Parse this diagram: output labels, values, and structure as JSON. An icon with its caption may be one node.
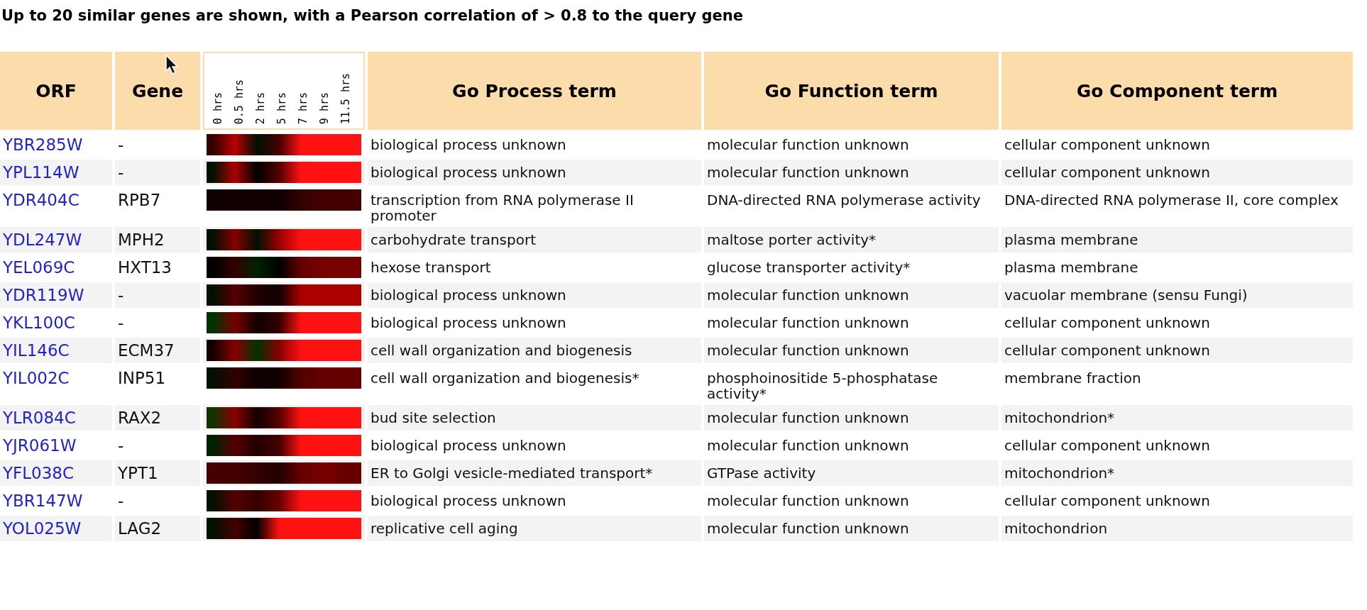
{
  "diagram": {
    "title": "Up to 20 similar genes are shown, with a Pearson correlation of > 0.8 to the query gene",
    "nodes": [
      {
        "text": [],
        "shape": "bar"
      },
      {
        "text": [],
        "shape": "bar"
      },
      {
        "text": [],
        "shape": "bar"
      },
      {
        "text": [],
        "shape": "bar"
      },
      {
        "text": [],
        "shape": "bar"
      },
      {
        "text": [],
        "shape": "bar"
      },
      {
        "text": [],
        "shape": "bar"
      },
      {
        "text": [],
        "shape": "bar"
      },
      {
        "text": [],
        "shape": "bar"
      },
      {
        "text": [],
        "shape": "bar"
      },
      {
        "text": [],
        "shape": "bar"
      },
      {
        "text": [],
        "shape": "bar"
      },
      {
        "text": [],
        "shape": "bar"
      },
      {
        "text": [],
        "shape": "bar"
      }
    ],
    "labels": [
      "ORF",
      "Gene",
      "0 hrs",
      "0.5 hrs",
      "2 hrs",
      "5 hrs",
      "7 hrs",
      "9 hrs",
      "11.5 hrs",
      "Go Process term",
      "Go Function term",
      "Go Component term",
      "YBR285W",
      "-",
      "biological process unknown",
      "molecular function unknown",
      "cellular component unknown",
      "YPL114W",
      "-",
      "biological process unknown",
      "molecular function unknown",
      "cellular component unknown",
      "YDR404C",
      "RPB7",
      "transcription from RNA polymerase II promoter",
      "DNA-directed RNA polymerase activity",
      "DNA-directed RNA polymerase II, core complex",
      "YDL247W",
      "MPH2",
      "carbohydrate transport",
      "maltose porter activity*",
      "plasma membrane",
      "YEL069C",
      "HXT13",
      "hexose transport",
      "glucose transporter activity*",
      "plasma membrane",
      "YDR119W",
      "-",
      "biological process unknown",
      "molecular function unknown",
      "vacuolar membrane (sensu Fungi)",
      "YKL100C",
      "-",
      "biological process unknown",
      "molecular function unknown",
      "cellular component unknown",
      "YIL146C",
      "ECM37",
      "cell wall organization and biogenesis",
      "molecular function unknown",
      "cellular component unknown",
      "YIL002C",
      "INP51",
      "cell wall organization and biogenesis*",
      "phosphoinositide 5-phosphatase activity*",
      "membrane fraction",
      "YLR084C",
      "RAX2",
      "bud site selection",
      "molecular function unknown",
      "mitochondrion*",
      "YJR061W",
      "-",
      "biological process unknown",
      "molecular function unknown",
      "cellular component unknown",
      "YFL038C",
      "YPT1",
      "ER to Golgi vesicle-mediated transport*",
      "GTPase activity",
      "mitochondrion*",
      "YBR147W",
      "-",
      "biological process unknown",
      "molecular function unknown",
      "cellular component unknown",
      "YOL025W",
      "LAG2",
      "replicative cell aging",
      "molecular function unknown",
      "mitochondrion"
    ]
  }
}
